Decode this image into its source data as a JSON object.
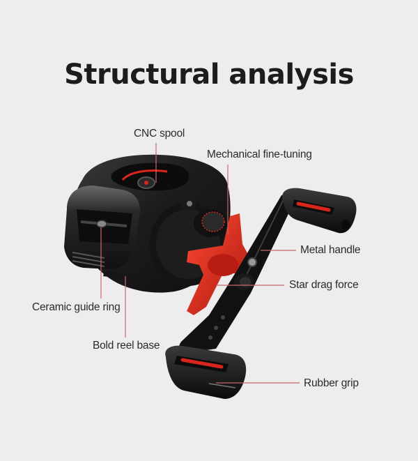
{
  "title": "Structural analysis",
  "product": "baitcasting fishing reel",
  "colors": {
    "background": "#ededed",
    "title_text": "#1c1c1c",
    "label_text": "#2a2a2a",
    "leader_line": "#c9686b",
    "reel_body": "#1a1a1a",
    "accent_red": "#d8261c"
  },
  "callouts": [
    {
      "id": "cnc-spool",
      "label": "CNC spool"
    },
    {
      "id": "mechanical-fine-tuning",
      "label": "Mechanical fine-tuning"
    },
    {
      "id": "metal-handle",
      "label": "Metal handle"
    },
    {
      "id": "star-drag-force",
      "label": "Star drag force"
    },
    {
      "id": "ceramic-guide-ring",
      "label": "Ceramic guide ring"
    },
    {
      "id": "bold-reel-base",
      "label": "Bold reel base"
    },
    {
      "id": "rubber-grip",
      "label": "Rubber grip"
    }
  ]
}
